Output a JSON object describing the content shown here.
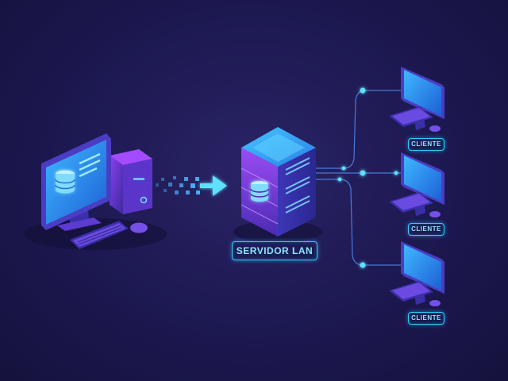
{
  "server": {
    "label": "SERVIDOR LAN"
  },
  "clients": [
    {
      "label": "CLIENTE"
    },
    {
      "label": "CLIENTE"
    },
    {
      "label": "CLIENTE"
    }
  ],
  "colors": {
    "background": "#1c1850",
    "accent_cyan": "#33c8ff",
    "accent_purple": "#7b3ff2",
    "screen_blue": "#2fa6ff"
  },
  "icons": [
    "database-icon",
    "arrow-right-icon",
    "desktop-computer-icon",
    "server-rack-icon",
    "monitor-icon",
    "keyboard-icon",
    "mouse-icon"
  ]
}
